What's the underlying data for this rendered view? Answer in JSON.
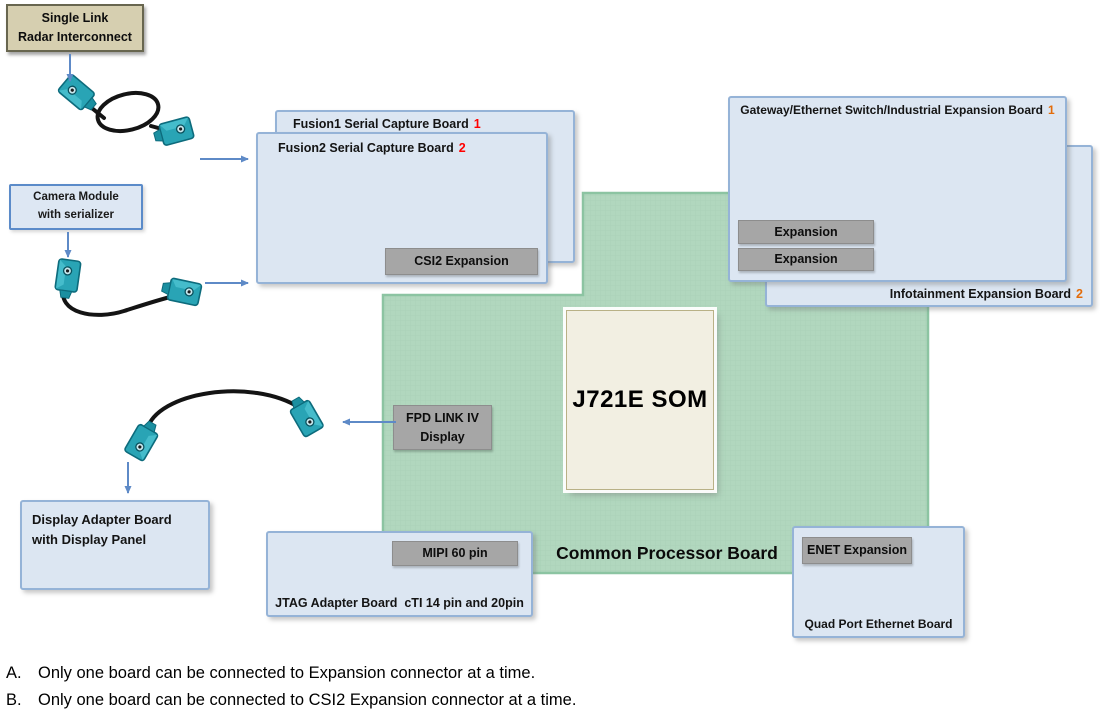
{
  "colors": {
    "plugin_board_fill": "#dce6f2",
    "plugin_board_border": "#95b3d7",
    "common_board_fill": "#b1d7be",
    "common_board_border": "#8cc4a2",
    "connector_button_fill": "#a6a6a6",
    "radar_box_fill": "#d6cfb0",
    "som_fill": "#f2efe2",
    "arrow_blue": "#5e8ac7",
    "cable_black": "#141414",
    "fakra_teal": "#29a4b5",
    "fusion_number_red": "#ff0000",
    "expansion_number_orange": "#e36c0a"
  },
  "radar_module": {
    "line1": "Single Link",
    "line2": "Radar Interconnect"
  },
  "camera_module": {
    "line1": "Camera Module",
    "line2": "with serializer"
  },
  "fusion1_board": {
    "title": "Fusion1 Serial Capture Board",
    "number": "1"
  },
  "fusion2_board": {
    "title": "Fusion2 Serial Capture Board",
    "number": "2",
    "csi2_button": "CSI2 Expansion"
  },
  "gateway_board": {
    "title": "Gateway/Ethernet Switch/Industrial Expansion Board",
    "number": "1",
    "expansion_button_1": "Expansion",
    "expansion_button_2": "Expansion"
  },
  "infotainment_board": {
    "title": "Infotainment Expansion Board",
    "number": "2"
  },
  "common_board": {
    "label": "Common Processor Board",
    "som_label": "J721E SOM",
    "fpd_line1": "FPD LINK IV",
    "fpd_line2": "Display"
  },
  "display_board": {
    "line1": "Display Adapter Board",
    "line2": "with Display Panel"
  },
  "jtag_board": {
    "title": "JTAG Adapter Board",
    "subtitle": "cTI 14 pin and 20pin",
    "mipi_button": "MIPI 60 pin"
  },
  "quad_board": {
    "title": "Quad Port Ethernet Board",
    "enet_button": "ENET Expansion"
  },
  "notes": [
    {
      "letter": "A.",
      "text": "Only one board can be connected to Expansion connector at a time."
    },
    {
      "letter": "B.",
      "text": "Only one board can be connected to CSI2 Expansion connector at a time."
    }
  ]
}
